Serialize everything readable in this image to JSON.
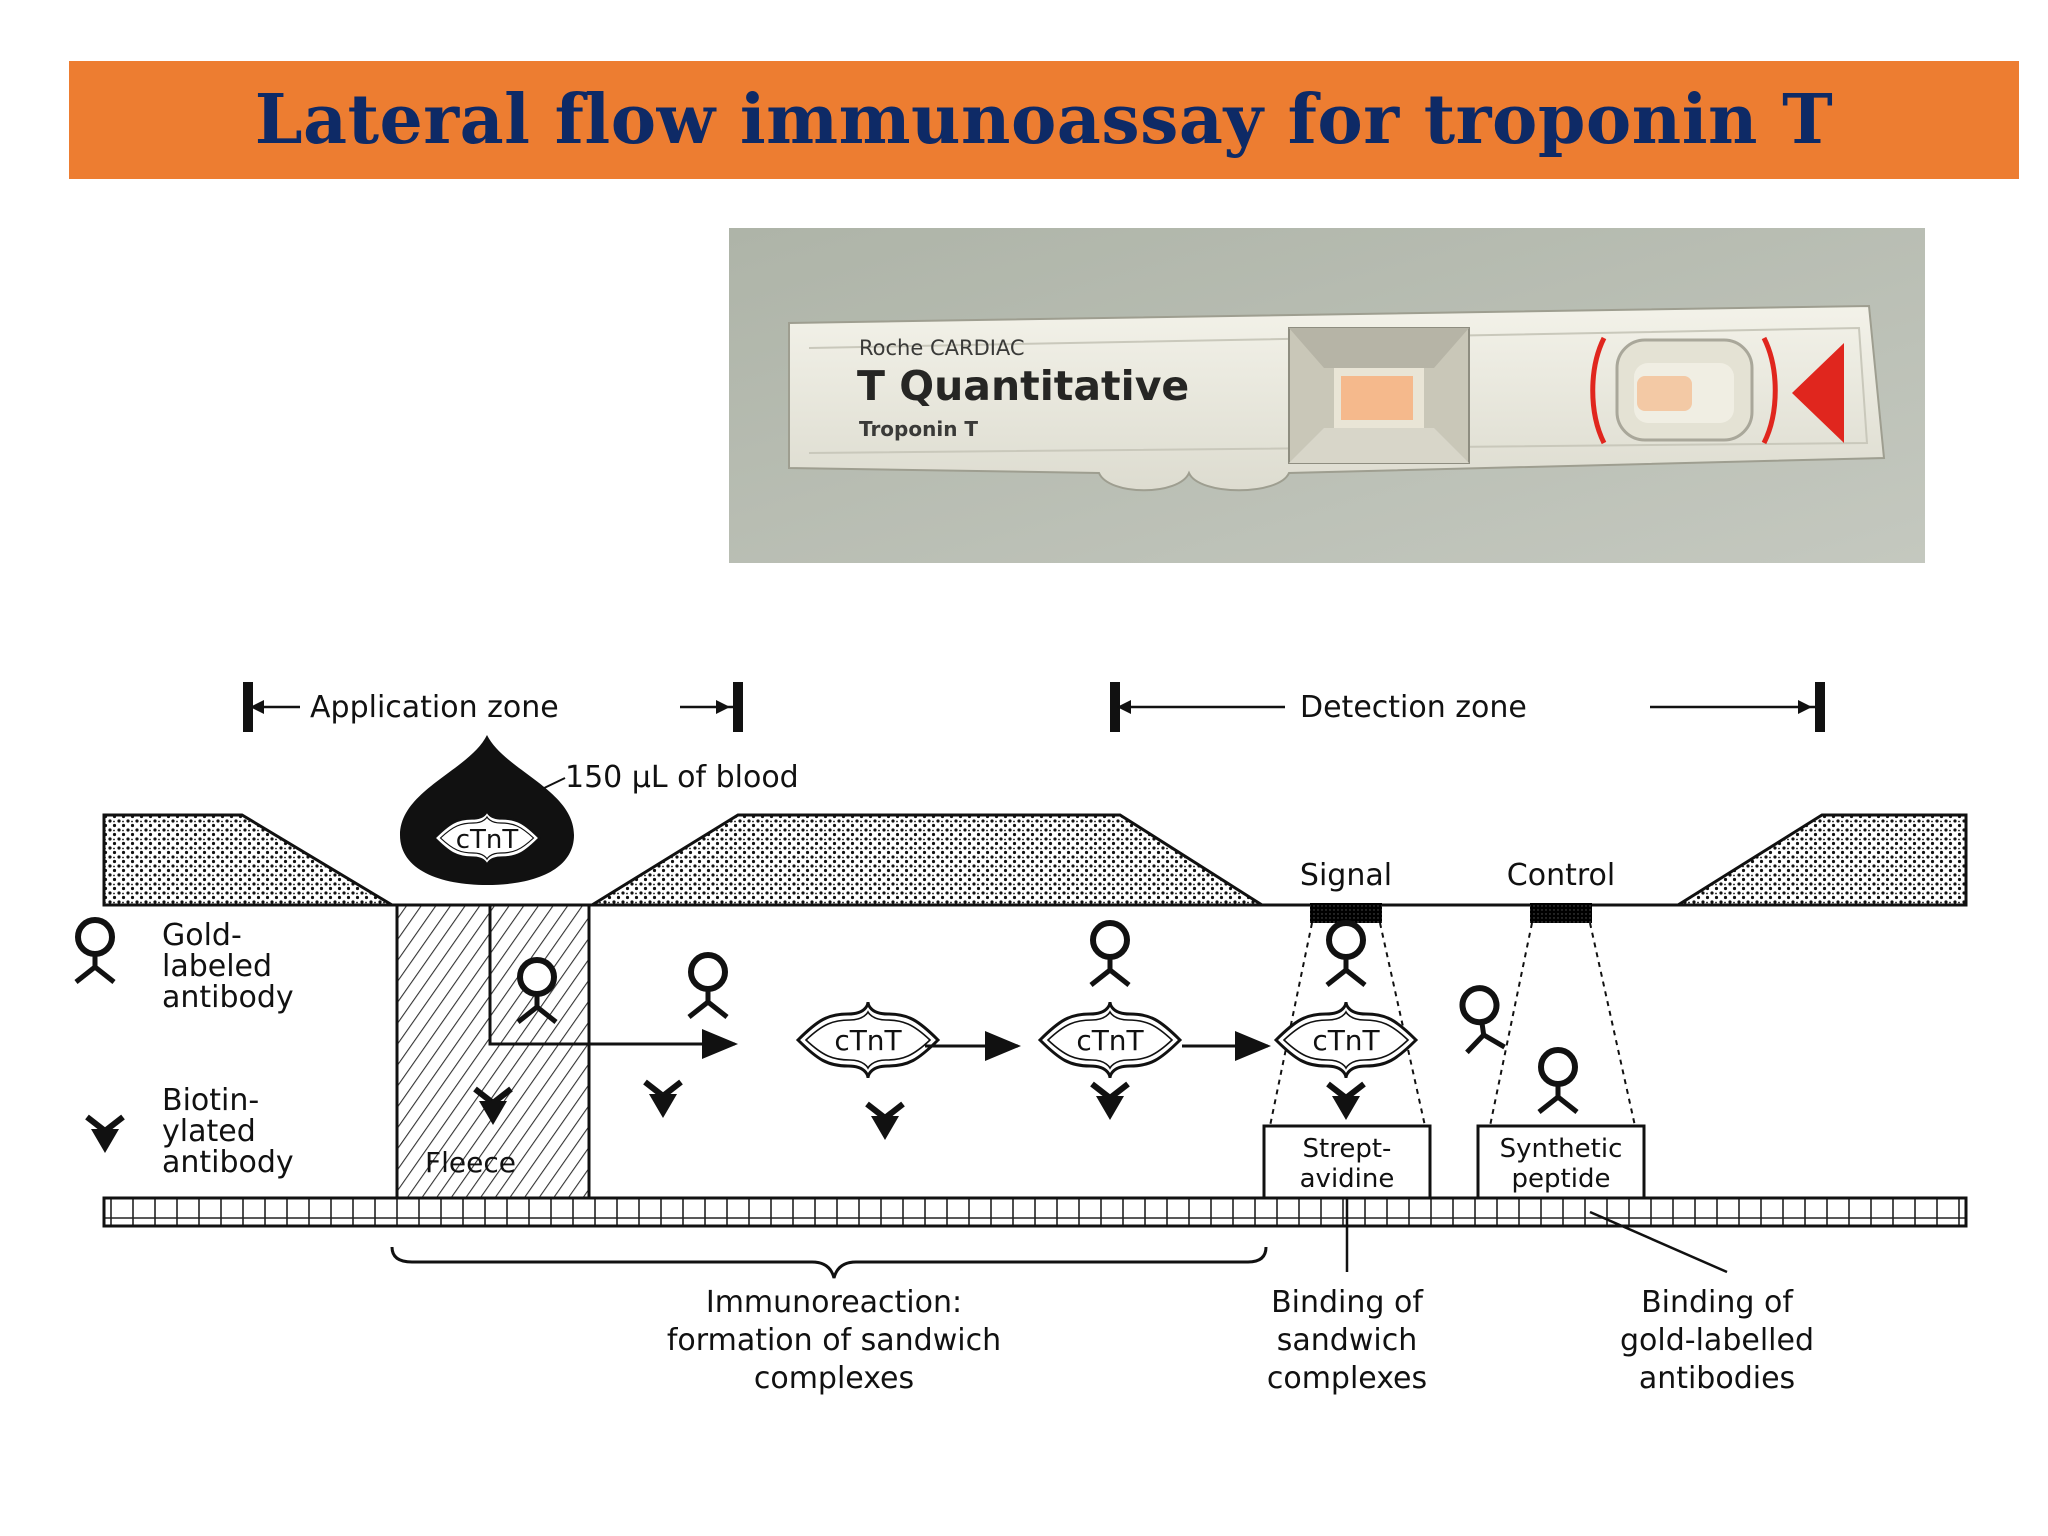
{
  "title": {
    "text": "Lateral flow immunoassay for troponin T"
  },
  "colors": {
    "title_bg": "#ed7d31",
    "title_text": "#0e2a66",
    "arrow_red": "#e0261e",
    "pad_orange": "#f5b98c"
  },
  "device": {
    "brand": "Roche CARDIAC",
    "product": "T Quantitative",
    "subtitle": "Troponin T"
  },
  "diagram": {
    "application_zone": "Application zone",
    "detection_zone": "Detection zone",
    "blood": "150 µL of blood",
    "ctnt": "cTnT",
    "signal": "Signal",
    "control": "Control",
    "fleece": "Fleece",
    "legend_gold": [
      "Gold-",
      "labeled",
      "antibody"
    ],
    "legend_biotin": [
      "Biotin-",
      "ylated",
      "antibody"
    ],
    "streptavidine": [
      "Strept-",
      "avidine"
    ],
    "synthetic": [
      "Synthetic",
      "peptide"
    ],
    "immunoreaction": [
      "Immunoreaction:",
      "formation of sandwich",
      "complexes"
    ],
    "binding_sandwich": [
      "Binding of",
      "sandwich",
      "complexes"
    ],
    "binding_gold": [
      "Binding of",
      "gold-labelled",
      "antibodies"
    ]
  }
}
